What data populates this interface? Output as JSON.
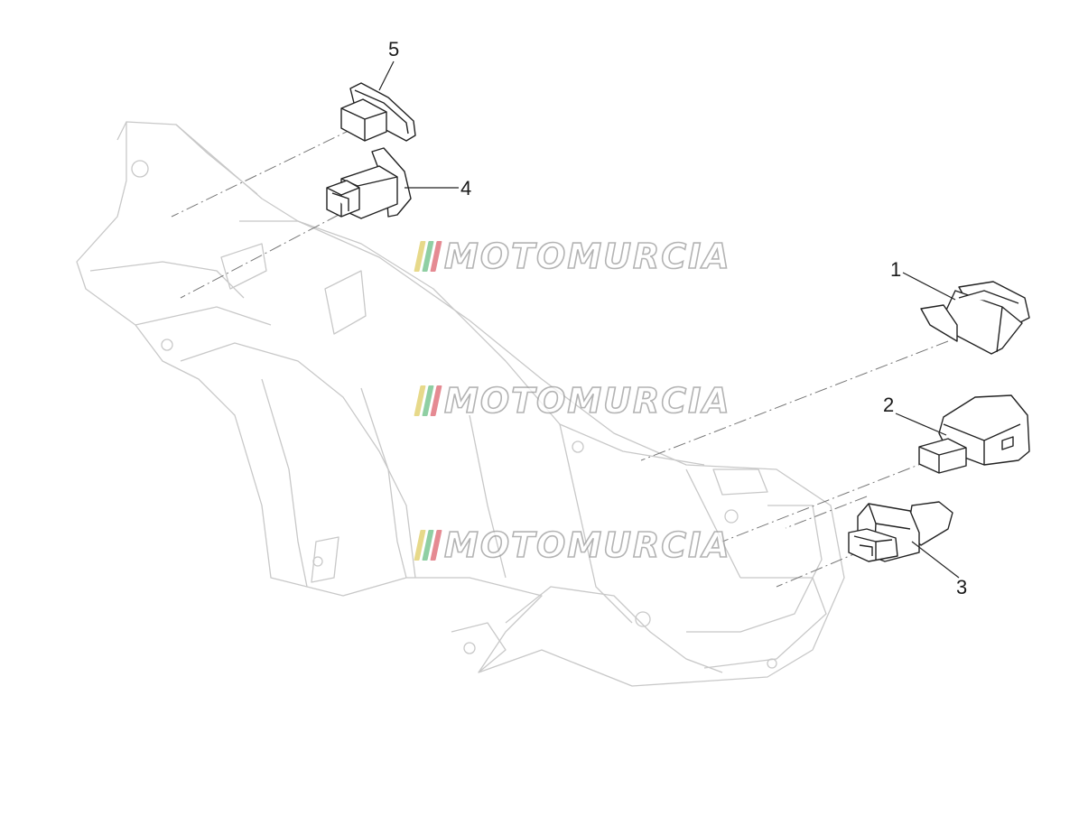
{
  "callouts": {
    "p1": "1",
    "p2": "2",
    "p3": "3",
    "p4": "4",
    "p5": "5"
  },
  "watermark": {
    "text": "MOTOMURCIA",
    "stripe_colors": [
      "#e7d98a",
      "#8fcfa3",
      "#e58a92"
    ]
  },
  "colors": {
    "line": "#222222",
    "faint": "#c8c8c8",
    "watermark_outline": "#9a9a9a"
  }
}
